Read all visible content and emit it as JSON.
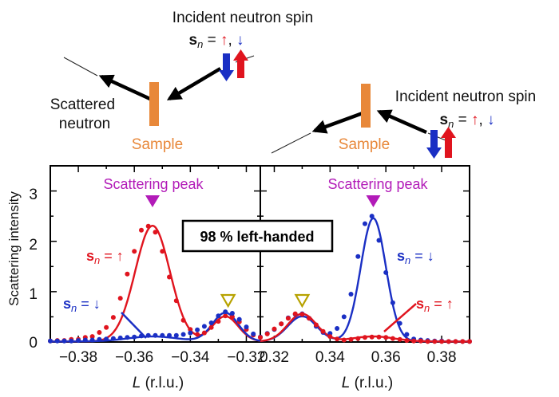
{
  "colors": {
    "spin_up": "#e0141e",
    "spin_down": "#1a2fc4",
    "peak_marker": "#b21bb8",
    "open_marker": "#b7a200",
    "sample": "#e8883a"
  },
  "diagram": {
    "left": {
      "incident_label": "Incident neutron spin",
      "spin_prefix": "s",
      "spin_sub": "n",
      "spin_eq": " = ",
      "spin_up": "↑",
      "spin_sep": ", ",
      "spin_down": "↓",
      "scattered_line1": "Scattered",
      "scattered_line2": "neutron",
      "sample_label": "Sample"
    },
    "right": {
      "incident_label": "Incident neutron spin",
      "spin_prefix": "s",
      "spin_sub": "n",
      "spin_eq": " = ",
      "spin_up": "↑",
      "spin_sep": ", ",
      "spin_down": "↓",
      "sample_label": "Sample"
    }
  },
  "chart_data": {
    "type": "scatter",
    "ylabel": "Scattering intensity",
    "ylim": [
      0,
      3.5
    ],
    "yticks": [
      "0",
      "1",
      "2",
      "3"
    ],
    "center_label": "98 % left-handed",
    "panels": [
      {
        "xlabel_italic": "L",
        "xlabel_rest": " (r.l.u.)",
        "xlim": [
          -0.39,
          -0.315
        ],
        "xticks": [
          "−0.38",
          "−0.36",
          "−0.34",
          "−0.32"
        ],
        "xtick_values": [
          -0.38,
          -0.36,
          -0.34,
          -0.32
        ],
        "peak_label": "Scattering peak",
        "peak_marker_x": -0.3535,
        "open_marker_x": -0.3265,
        "series": [
          {
            "spin": "up",
            "x": [
              -0.39,
              -0.3875,
              -0.385,
              -0.3825,
              -0.38,
              -0.3775,
              -0.375,
              -0.3725,
              -0.37,
              -0.3675,
              -0.365,
              -0.3625,
              -0.36,
              -0.3575,
              -0.355,
              -0.3525,
              -0.35,
              -0.3475,
              -0.345,
              -0.3425,
              -0.34,
              -0.3375,
              -0.335,
              -0.3325,
              -0.33,
              -0.3275,
              -0.325,
              -0.3225,
              -0.32,
              -0.3175
            ],
            "y": [
              0.02,
              0.03,
              0.03,
              0.05,
              0.05,
              0.09,
              0.11,
              0.19,
              0.29,
              0.49,
              0.87,
              1.35,
              1.8,
              2.22,
              2.3,
              2.18,
              1.8,
              1.29,
              0.82,
              0.43,
              0.25,
              0.15,
              0.18,
              0.29,
              0.41,
              0.52,
              0.5,
              0.4,
              0.25,
              0.14
            ]
          },
          {
            "spin": "down",
            "x": [
              -0.39,
              -0.3875,
              -0.385,
              -0.3825,
              -0.38,
              -0.3775,
              -0.375,
              -0.3725,
              -0.37,
              -0.3675,
              -0.365,
              -0.3625,
              -0.36,
              -0.3575,
              -0.355,
              -0.3525,
              -0.35,
              -0.3475,
              -0.345,
              -0.3425,
              -0.34,
              -0.3375,
              -0.335,
              -0.3325,
              -0.33,
              -0.3275,
              -0.325,
              -0.3225,
              -0.32,
              -0.3175
            ],
            "y": [
              0.02,
              0.02,
              0.02,
              0.02,
              0.03,
              0.04,
              0.04,
              0.05,
              0.06,
              0.07,
              0.08,
              0.09,
              0.1,
              0.12,
              0.13,
              0.13,
              0.13,
              0.13,
              0.13,
              0.15,
              0.18,
              0.24,
              0.31,
              0.38,
              0.52,
              0.6,
              0.57,
              0.45,
              0.3,
              0.16
            ]
          }
        ],
        "fits": [
          {
            "spin": "up",
            "peaks": [
              [
                -0.3535,
                2.3,
                0.0062
              ],
              [
                -0.3275,
                0.5,
                0.0046
              ]
            ]
          },
          {
            "spin": "down",
            "peaks": [
              [
                -0.3535,
                0.1,
                0.009
              ],
              [
                -0.3275,
                0.57,
                0.0046
              ]
            ]
          }
        ],
        "labels": [
          {
            "spin": "up",
            "text_up": "↑"
          },
          {
            "spin": "down",
            "text_down": "↓"
          }
        ]
      },
      {
        "xlabel_italic": "L",
        "xlabel_rest": " (r.l.u.)",
        "xlim": [
          0.315,
          0.39
        ],
        "xticks": [
          "0.32",
          "0.34",
          "0.36",
          "0.38"
        ],
        "xtick_values": [
          0.32,
          0.34,
          0.36,
          0.38
        ],
        "peak_label": "Scattering peak",
        "peak_marker_x": 0.3555,
        "open_marker_x": 0.33,
        "series": [
          {
            "spin": "down",
            "x": [
              0.315,
              0.3175,
              0.32,
              0.3225,
              0.325,
              0.3275,
              0.33,
              0.3325,
              0.335,
              0.3375,
              0.34,
              0.3425,
              0.345,
              0.3475,
              0.35,
              0.3525,
              0.355,
              0.3575,
              0.36,
              0.3625,
              0.365,
              0.3675,
              0.37,
              0.3725,
              0.375,
              0.3775,
              0.38,
              0.3825,
              0.385,
              0.3875,
              0.39
            ],
            "y": [
              0.1,
              0.17,
              0.25,
              0.36,
              0.48,
              0.55,
              0.56,
              0.47,
              0.31,
              0.19,
              0.17,
              0.27,
              0.5,
              0.95,
              1.7,
              2.35,
              2.5,
              2.02,
              1.38,
              0.78,
              0.37,
              0.15,
              0.06,
              0.04,
              0.03,
              0.02,
              0.02,
              0.01,
              0.01,
              0.01,
              0.01
            ]
          },
          {
            "spin": "up",
            "x": [
              0.315,
              0.3175,
              0.32,
              0.3225,
              0.325,
              0.3275,
              0.33,
              0.3325,
              0.335,
              0.3375,
              0.34,
              0.3425,
              0.345,
              0.3475,
              0.35,
              0.3525,
              0.355,
              0.3575,
              0.36,
              0.3625,
              0.365,
              0.3675,
              0.37,
              0.3725,
              0.375,
              0.3775,
              0.38,
              0.3825,
              0.385,
              0.3875,
              0.39
            ],
            "y": [
              0.09,
              0.16,
              0.26,
              0.36,
              0.47,
              0.56,
              0.55,
              0.47,
              0.34,
              0.21,
              0.11,
              0.06,
              0.04,
              0.05,
              0.07,
              0.09,
              0.1,
              0.1,
              0.09,
              0.07,
              0.05,
              0.03,
              0.02,
              0.02,
              0.01,
              0.01,
              0.01,
              0.01,
              0.01,
              0.01,
              0.01
            ]
          }
        ],
        "fits": [
          {
            "spin": "down",
            "peaks": [
              [
                0.3555,
                2.45,
                0.0045
              ],
              [
                0.33,
                0.5,
                0.0052
              ]
            ]
          },
          {
            "spin": "up",
            "peaks": [
              [
                0.3555,
                0.1,
                0.0075
              ],
              [
                0.33,
                0.55,
                0.0052
              ]
            ]
          }
        ],
        "labels": [
          {
            "spin": "down",
            "text_down": "↓"
          },
          {
            "spin": "up",
            "text_up": "↑"
          }
        ]
      }
    ]
  }
}
